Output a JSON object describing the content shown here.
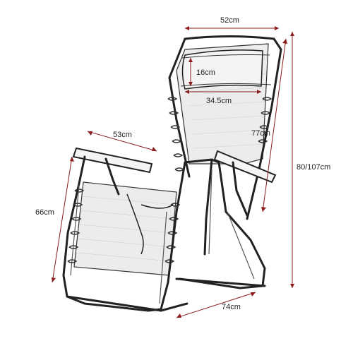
{
  "dimensions": {
    "top_width": "52cm",
    "headrest_height": "16cm",
    "headrest_width": "34.5cm",
    "backrest_height": "77cm",
    "total_height": "80/107cm",
    "armrest_length": "53cm",
    "seat_height": "66cm",
    "base_depth": "74cm"
  },
  "colors": {
    "dimension_line": "#8b1a1a",
    "frame": "#222222",
    "fabric": "#ececec"
  }
}
